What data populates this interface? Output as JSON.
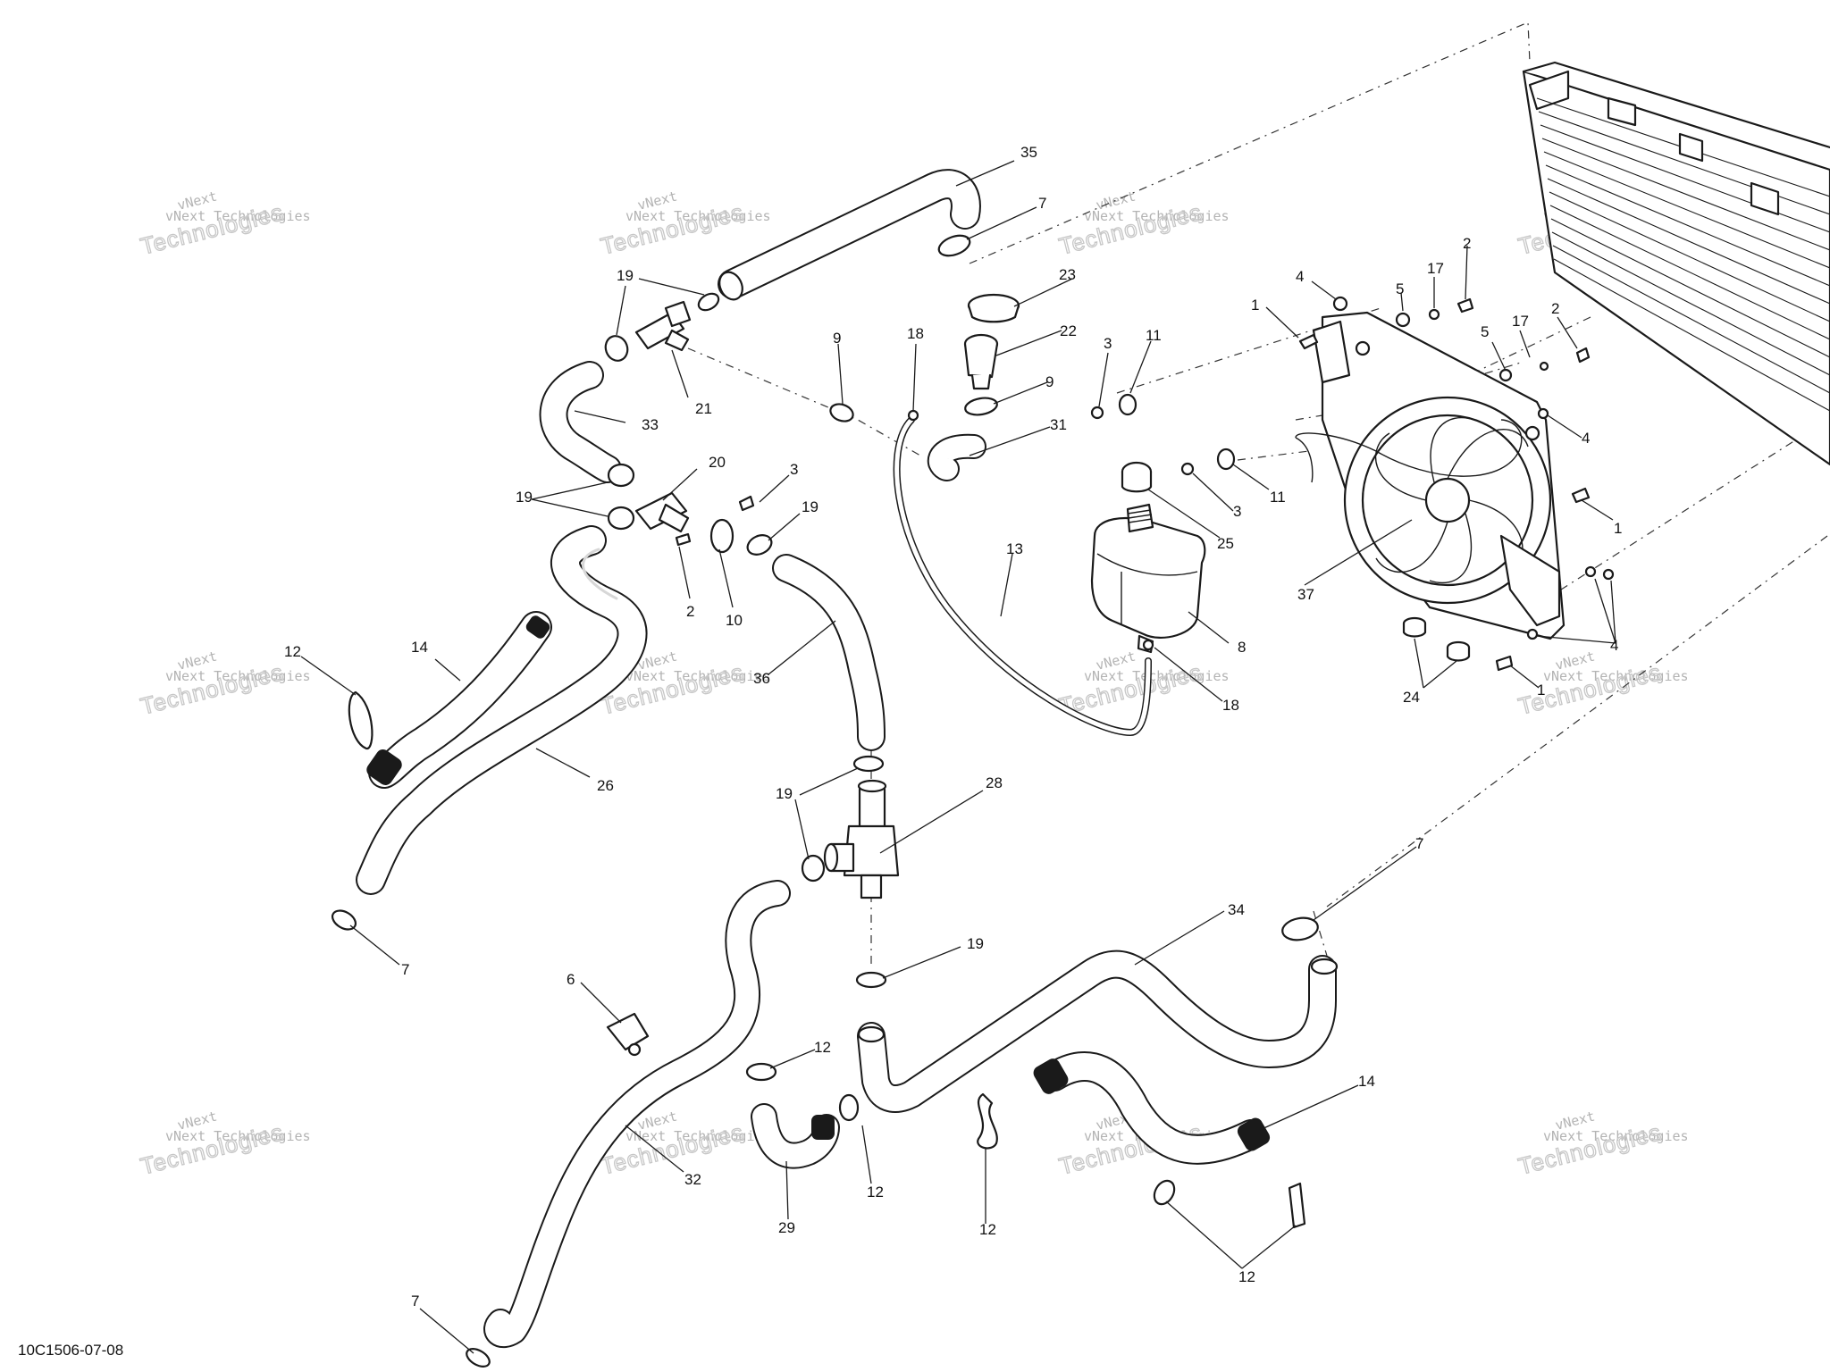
{
  "figure_code": "10C1506-07-08",
  "watermark": {
    "line1": "vNext",
    "line2": "vNext Technologies",
    "line3": "Technologies"
  },
  "callouts": {
    "c35a": "35",
    "c7a": "7",
    "c19a": "19",
    "c21": "21",
    "c33": "33",
    "c20": "20",
    "c19b": "19",
    "c3a": "3",
    "c19c": "19",
    "c2a": "2",
    "c10": "10",
    "c36": "36",
    "c9a": "9",
    "c18a": "18",
    "c23": "23",
    "c22": "22",
    "c9b": "9",
    "c31": "31",
    "c13": "13",
    "c3b": "3",
    "c11a": "11",
    "c3c": "3",
    "c11b": "11",
    "c25": "25",
    "c8": "8",
    "c18b": "18",
    "c4a": "4",
    "c1a": "1",
    "c5a": "5",
    "c17a": "17",
    "c2b": "2",
    "c17b": "17",
    "c2c": "2",
    "c5b": "5",
    "c4b": "4",
    "c1b": "1",
    "c37": "37",
    "c4c": "4",
    "c1c": "1",
    "c24": "24",
    "c12a": "12",
    "c14a": "14",
    "c26": "26",
    "c7b": "7",
    "c19d": "19",
    "c28": "28",
    "c7c": "7",
    "c34": "34",
    "c19e": "19",
    "c6": "6",
    "c12b": "12",
    "c12c": "12",
    "c32": "32",
    "c29": "29",
    "c12d": "12",
    "c14b": "14",
    "c12e": "12",
    "c7d": "7"
  }
}
